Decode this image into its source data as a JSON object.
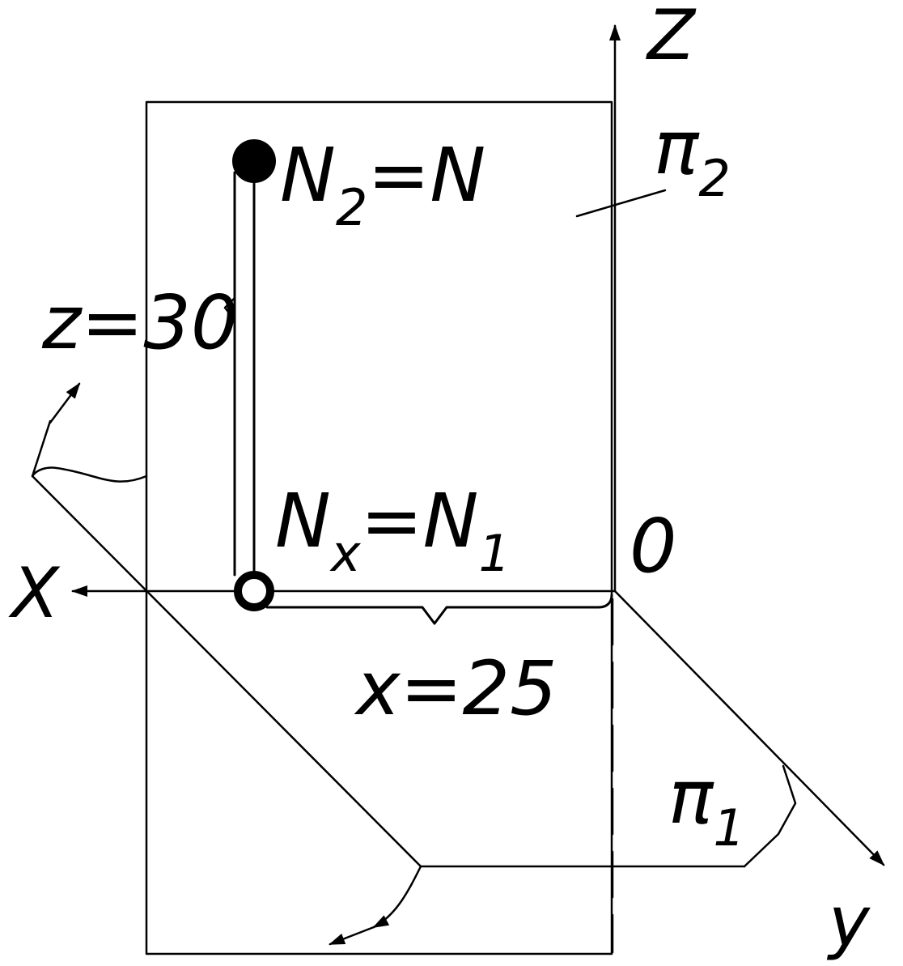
{
  "labels": {
    "axis_z": "Z",
    "axis_x": "X",
    "axis_y": "y",
    "origin": "0",
    "plane_frontal": "π",
    "plane_frontal_sub": "2",
    "plane_horizontal": "π",
    "plane_horizontal_sub": "1",
    "point_n2_letter": "N",
    "point_n2_sub": "2",
    "point_n2_rest": "=N",
    "point_nx_letter": "N",
    "point_nx_sub": "x",
    "point_nx_eq": "=N",
    "point_nx_sub2": "1",
    "dim_z": "z=30",
    "dim_x": "x=25"
  },
  "colors": {
    "stroke": "#000000",
    "background": "#ffffff"
  }
}
